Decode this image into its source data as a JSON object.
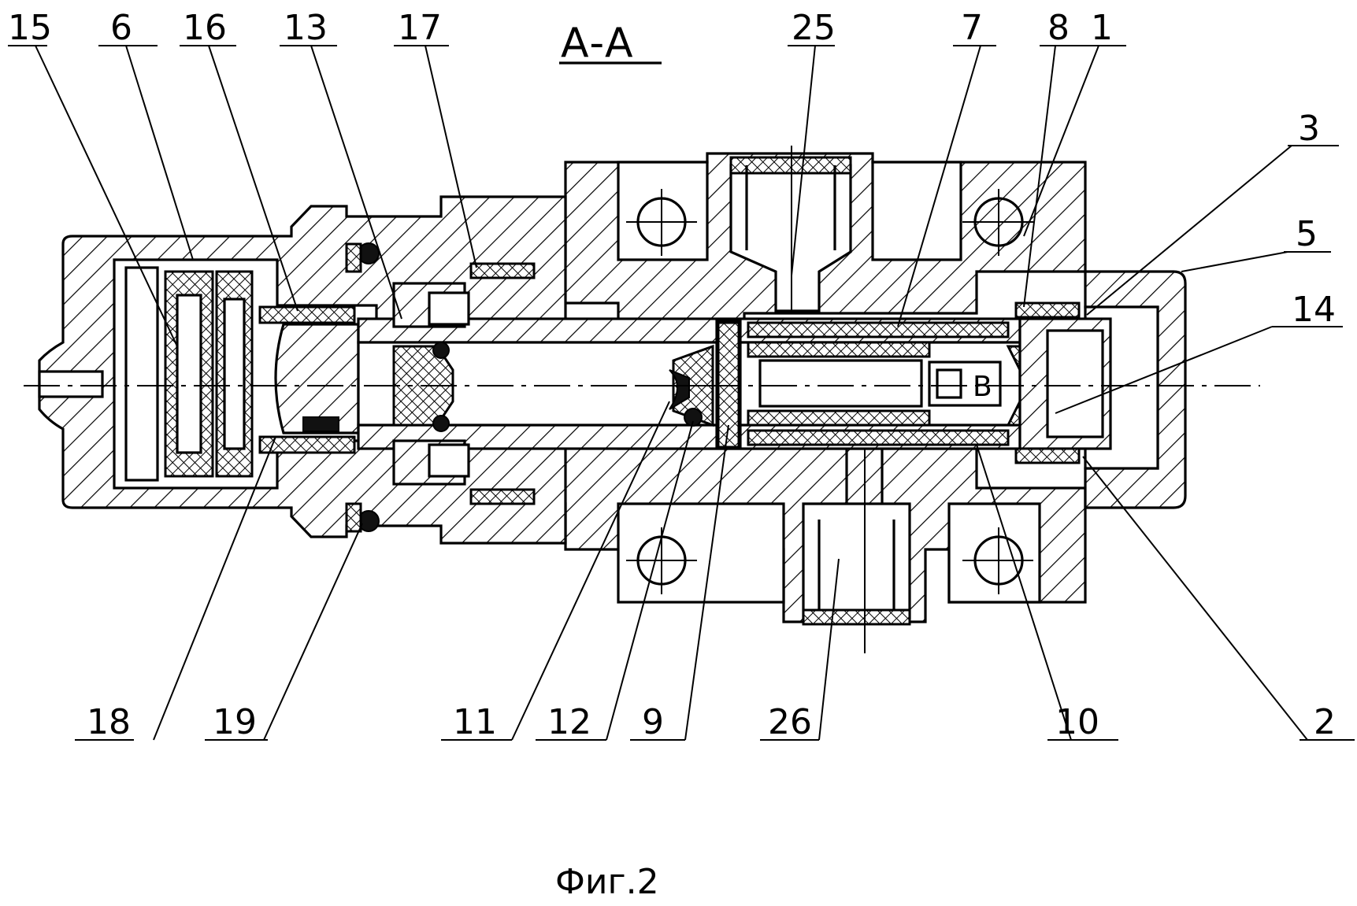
{
  "figure": {
    "section_title": "A-A",
    "caption": "Фиг.2"
  },
  "labels": {
    "l15": "15",
    "l6": "6",
    "l16": "16",
    "l13": "13",
    "l17": "17",
    "l25": "25",
    "l7": "7",
    "l8": "8",
    "l1": "1",
    "l3": "3",
    "l5": "5",
    "l14": "14",
    "l18": "18",
    "l19": "19",
    "l11": "11",
    "l12": "12",
    "l9": "9",
    "l26": "26",
    "l10": "10",
    "l2": "2"
  }
}
